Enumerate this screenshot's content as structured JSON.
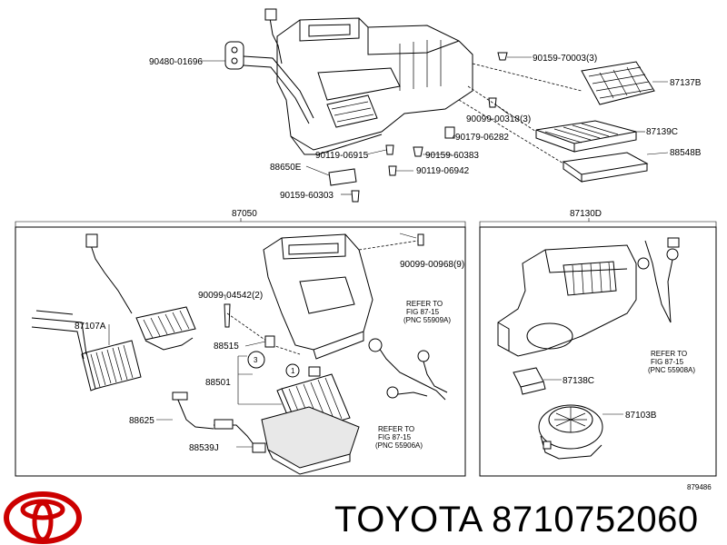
{
  "diagram": {
    "labels": {
      "p90480_01696": "90480-01696",
      "p90159_70003": "90159-70003(3)",
      "p87137B": "87137B",
      "p90099_00318": "90099-00318(3)",
      "p87139C": "87139C",
      "p90179_06282": "90179-06282",
      "p88548B": "88548B",
      "p90119_06915": "90119-06915",
      "p90159_60383": "90159-60383",
      "p88650E": "88650E",
      "p90119_06942": "90119-06942",
      "p90159_60303": "90159-60303",
      "p87050": "87050",
      "p87130D": "87130D",
      "p90099_00968": "90099-00968(9)",
      "p90099_04542": "90099-04542(2)",
      "p87107A": "87107A",
      "p88515": "88515",
      "p88501": "88501",
      "p88625": "88625",
      "p88539J": "88539J",
      "p87138C": "87138C",
      "p87103B": "87103B",
      "callout3": "3",
      "callout1": "1",
      "ref_a": [
        "REFER TO",
        "FIG 87-15",
        "(PNC 55909A)"
      ],
      "ref_b": [
        "REFER TO",
        "FIG 87-15",
        "(PNC 55906A)"
      ],
      "ref_c": [
        "REFER TO",
        "FIG 87-15",
        "(PNC 55908A)"
      ],
      "fig_no": "879486"
    }
  },
  "brand": {
    "name": "TOYOTA",
    "part_number": "8710752060",
    "caption": "TOYOTA 8710752060",
    "logo_icon": "toyota-emblem-icon",
    "logo_color": "#cc0000"
  }
}
